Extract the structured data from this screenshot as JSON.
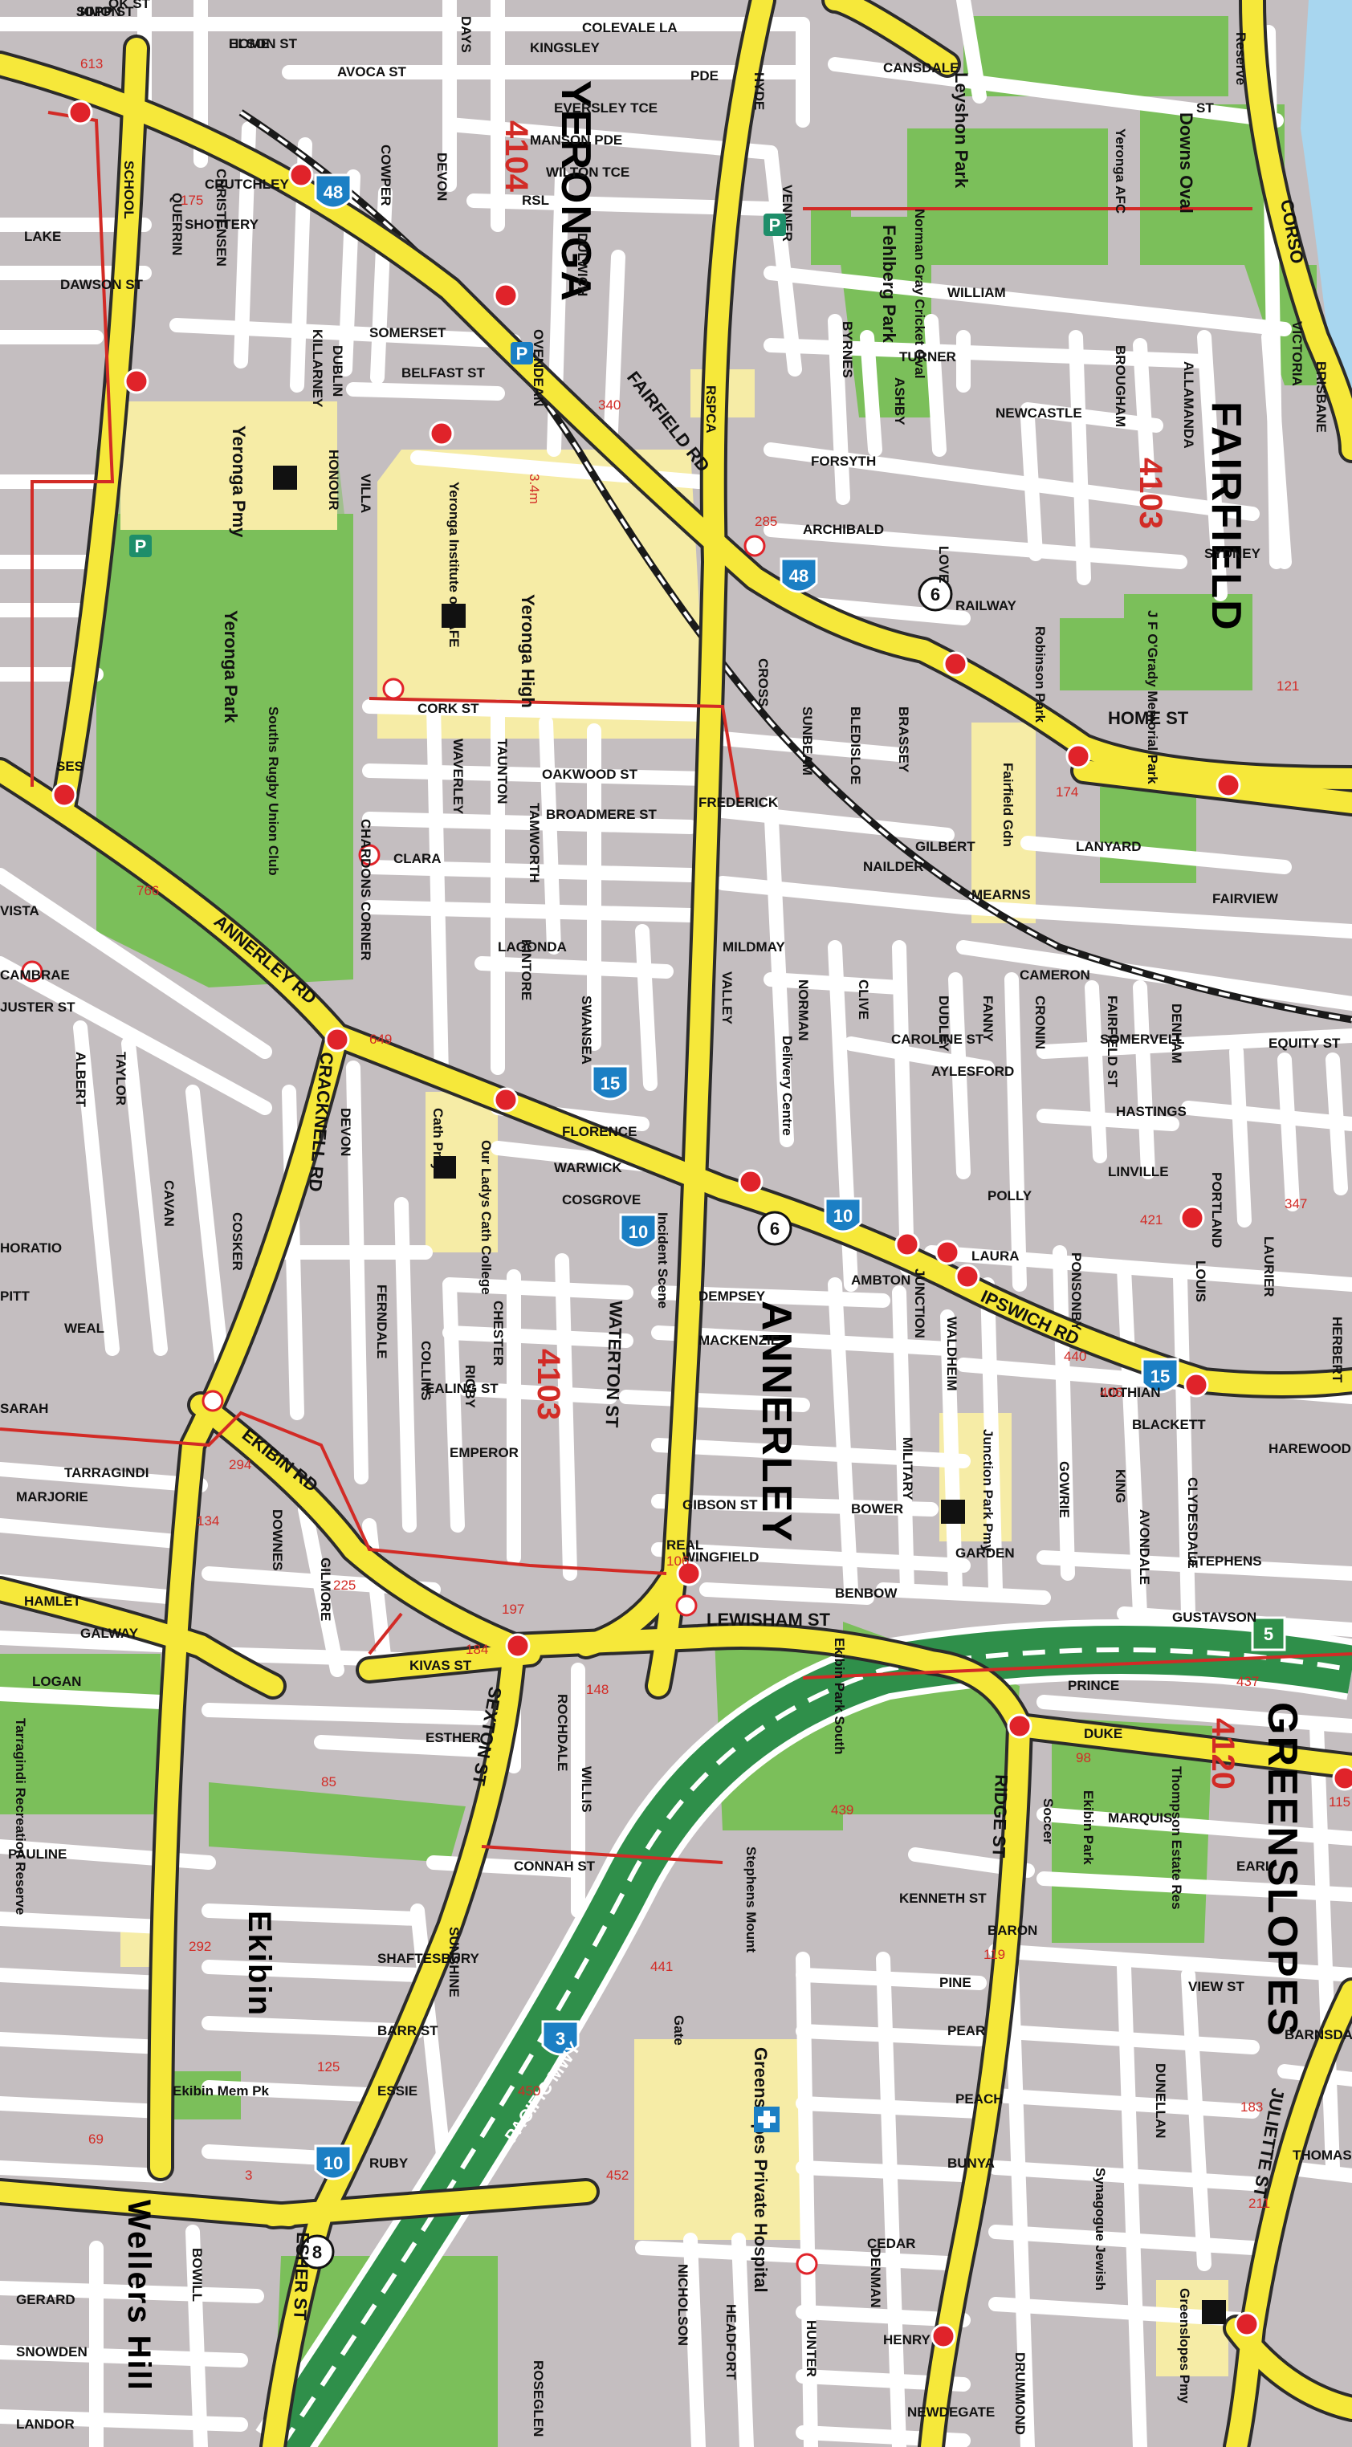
{
  "map": {
    "colors": {
      "road_bg": "#c4bec0",
      "minor_road": "#ffffff",
      "major_road": "#f6e83a",
      "major_road_edge": "#2b2b2b",
      "park": "#7bbf5a",
      "school": "#f6eca6",
      "water": "#a8d6ef",
      "motorway": "#2f8f4a",
      "boundary": "#d22b26",
      "rail": "#1a1a1a",
      "traffic_light": "#e0232a"
    },
    "suburbs": [
      {
        "name": "YERONGA"
      },
      {
        "name": "FAIRFIELD"
      },
      {
        "name": "ANNERLEY"
      },
      {
        "name": "GREENSLOPES"
      },
      {
        "name": "Ekibin"
      },
      {
        "name": "Wellers Hill"
      }
    ],
    "postcodes": [
      "4104",
      "4103",
      "4103",
      "4120"
    ],
    "parks": [
      {
        "name": "Leyshon Park"
      },
      {
        "name": "Downs Oval"
      },
      {
        "name": "Yeronga AFC"
      },
      {
        "name": "Fehlberg Park"
      },
      {
        "name": "Norman Gray Cricket Oval"
      },
      {
        "name": "Yeronga Park"
      },
      {
        "name": "Yeronga Pmy"
      },
      {
        "name": "Yeronga Institute of TAFE"
      },
      {
        "name": "Yeronga High"
      },
      {
        "name": "Souths Rugby Union Club"
      },
      {
        "name": "J F O'Grady Memorial Park"
      },
      {
        "name": "Robinson Park"
      },
      {
        "name": "Fairfield Gdn"
      },
      {
        "name": "Ekibin Park South"
      },
      {
        "name": "Stephens Mount"
      },
      {
        "name": "Ekibin Park"
      },
      {
        "name": "Tarragindi Recreation Reserve"
      },
      {
        "name": "Ekibin Mem Pk"
      },
      {
        "name": "Greenslopes Private Hospital"
      },
      {
        "name": "Junction Park Pmy"
      },
      {
        "name": "Greenslopes Pmy"
      },
      {
        "name": "Cath Pmy"
      },
      {
        "name": "Our Ladys Cath College"
      },
      {
        "name": "RSPCA"
      },
      {
        "name": "Thompson Estate Res"
      }
    ],
    "main_roads": [
      {
        "name": "FAIRFIELD RD"
      },
      {
        "name": "IPSWICH RD"
      },
      {
        "name": "HOME ST"
      },
      {
        "name": "ANNERLEY RD"
      },
      {
        "name": "CRACKNELL RD"
      },
      {
        "name": "EKIBIN RD"
      },
      {
        "name": "SEXTON ST"
      },
      {
        "name": "WATERTON ST"
      },
      {
        "name": "LEWISHAM ST"
      },
      {
        "name": "RIDGE ST"
      },
      {
        "name": "JULIETTE ST"
      },
      {
        "name": "PACIFIC MWY"
      },
      {
        "name": "ESHER ST"
      },
      {
        "name": "CORSO"
      }
    ],
    "street_labels": [
      {
        "t": "SIMON"
      },
      {
        "t": "ELSON ST"
      },
      {
        "t": "OK ST"
      },
      {
        "t": "AVOCA ST"
      },
      {
        "t": "KINGSLEY"
      },
      {
        "t": "COLEVALE LA"
      },
      {
        "t": "PDE"
      },
      {
        "t": "CANSDALE"
      },
      {
        "t": "ST"
      },
      {
        "t": "EVERSLEY TCE"
      },
      {
        "t": "MANSON PDE"
      },
      {
        "t": "WILTON TCE"
      },
      {
        "t": "WILLIAM"
      },
      {
        "t": "TURNER"
      },
      {
        "t": "NEWCASTLE"
      },
      {
        "t": "FORSYTH"
      },
      {
        "t": "ARCHIBALD"
      },
      {
        "t": "RAILWAY"
      },
      {
        "t": "SYDNEY"
      },
      {
        "t": "CRUTCHLEY"
      },
      {
        "t": "SHOTTERY"
      },
      {
        "t": "LAKE"
      },
      {
        "t": "DAWSON ST"
      },
      {
        "t": "SOMERSET"
      },
      {
        "t": "BELFAST ST"
      },
      {
        "t": "CORK ST"
      },
      {
        "t": "OAKWOOD ST"
      },
      {
        "t": "BROADMERE ST"
      },
      {
        "t": "CLARA"
      },
      {
        "t": "FREDERICK"
      },
      {
        "t": "NAILDER"
      },
      {
        "t": "GILBERT"
      },
      {
        "t": "LANYARD"
      },
      {
        "t": "FAIRVIEW"
      },
      {
        "t": "MEARNS"
      },
      {
        "t": "CAMERON"
      },
      {
        "t": "MILDMAY"
      },
      {
        "t": "LAGONDA"
      },
      {
        "t": "SOMERVELL"
      },
      {
        "t": "EQUITY ST"
      },
      {
        "t": "CAROLINE ST"
      },
      {
        "t": "AYLESFORD"
      },
      {
        "t": "HASTINGS"
      },
      {
        "t": "POLLY"
      },
      {
        "t": "FLORENCE"
      },
      {
        "t": "WARWICK"
      },
      {
        "t": "COSGROVE"
      },
      {
        "t": "DEMPSEY"
      },
      {
        "t": "MACKENZIE"
      },
      {
        "t": "AMBTON"
      },
      {
        "t": "LOTHIAN"
      },
      {
        "t": "BLACKETT"
      },
      {
        "t": "HAREWOOD"
      },
      {
        "t": "EALING ST"
      },
      {
        "t": "EMPEROR"
      },
      {
        "t": "GIBSON ST"
      },
      {
        "t": "WINGFIELD"
      },
      {
        "t": "BOWER"
      },
      {
        "t": "REAL"
      },
      {
        "t": "STEPHENS"
      },
      {
        "t": "GUSTAVSON"
      },
      {
        "t": "PRINCE"
      },
      {
        "t": "DUKE"
      },
      {
        "t": "MARQUIS"
      },
      {
        "t": "EARL"
      },
      {
        "t": "BARON"
      },
      {
        "t": "PINE"
      },
      {
        "t": "PEAR"
      },
      {
        "t": "PEACH"
      },
      {
        "t": "BUNYA"
      },
      {
        "t": "CEDAR"
      },
      {
        "t": "HENRY"
      },
      {
        "t": "NEWDEGATE"
      },
      {
        "t": "THOMAS"
      },
      {
        "t": "GALWAY"
      },
      {
        "t": "LOGAN"
      },
      {
        "t": "KIVAS ST"
      },
      {
        "t": "ESTHER"
      },
      {
        "t": "PAULINE"
      },
      {
        "t": "CONNAH ST"
      },
      {
        "t": "SHAFTESBURY"
      },
      {
        "t": "BARR ST"
      },
      {
        "t": "ESSIE"
      },
      {
        "t": "RUBY"
      },
      {
        "t": "GERARD"
      },
      {
        "t": "SNOWDEN"
      },
      {
        "t": "LANDOR"
      },
      {
        "t": "WEAL"
      },
      {
        "t": "VISTA"
      },
      {
        "t": "CAMBRAE"
      },
      {
        "t": "JUSTER ST"
      },
      {
        "t": "HORATIO"
      },
      {
        "t": "PITT"
      },
      {
        "t": "SARAH"
      },
      {
        "t": "MARJORIE"
      },
      {
        "t": "HAMLET"
      },
      {
        "t": "TARRAGINDI"
      },
      {
        "t": "KENNETH ST"
      },
      {
        "t": "LAURA"
      },
      {
        "t": "BENBOW"
      },
      {
        "t": "GARDEN"
      },
      {
        "t": "BARNSDALE PL"
      },
      {
        "t": "VIEW ST"
      },
      {
        "t": "LINVILLE"
      },
      {
        "t": "JOPP ST"
      },
      {
        "t": "HOME"
      }
    ],
    "vertical_labels": [
      {
        "t": "SCHOOL"
      },
      {
        "t": "QUERRIN"
      },
      {
        "t": "CHRISTENSEN"
      },
      {
        "t": "KILLARNEY"
      },
      {
        "t": "DUBLIN"
      },
      {
        "t": "VILLA"
      },
      {
        "t": "HONOUR"
      },
      {
        "t": "COWPER"
      },
      {
        "t": "DEVON"
      },
      {
        "t": "DAYS"
      },
      {
        "t": "DULWICH"
      },
      {
        "t": "OVENDEAN"
      },
      {
        "t": "HYDE"
      },
      {
        "t": "VENNER"
      },
      {
        "t": "BYRNES"
      },
      {
        "t": "ASHBY"
      },
      {
        "t": "BROUGHAM"
      },
      {
        "t": "ALLAMANDA"
      },
      {
        "t": "VICTORIA"
      },
      {
        "t": "BRISBANE"
      },
      {
        "t": "WAVERLEY"
      },
      {
        "t": "TAUNTON"
      },
      {
        "t": "TAMWORTH"
      },
      {
        "t": "CHARDONS CORNER"
      },
      {
        "t": "KINTORE"
      },
      {
        "t": "SWANSEA"
      },
      {
        "t": "VALLEY"
      },
      {
        "t": "NORMAN"
      },
      {
        "t": "CLIVE"
      },
      {
        "t": "DUDLEY"
      },
      {
        "t": "FANNY"
      },
      {
        "t": "CRONIN"
      },
      {
        "t": "FAIRFIELD ST"
      },
      {
        "t": "DENHAM"
      },
      {
        "t": "PORTLAND"
      },
      {
        "t": "LOUIS"
      },
      {
        "t": "LAURIER"
      },
      {
        "t": "HERBERT"
      },
      {
        "t": "PONSONBY"
      },
      {
        "t": "GOWRIE"
      },
      {
        "t": "KING"
      },
      {
        "t": "AVONDALE"
      },
      {
        "t": "CLYDESDALE"
      },
      {
        "t": "DEVON"
      },
      {
        "t": "FERNDALE"
      },
      {
        "t": "COLLINS"
      },
      {
        "t": "CHESTER"
      },
      {
        "t": "RIGBY"
      },
      {
        "t": "COSKER"
      },
      {
        "t": "CAVAN"
      },
      {
        "t": "TAYLOR"
      },
      {
        "t": "ALBERT"
      },
      {
        "t": "DOWNES"
      },
      {
        "t": "GILMORE"
      },
      {
        "t": "ROCHDALE"
      },
      {
        "t": "WILLIS"
      },
      {
        "t": "MILITARY"
      },
      {
        "t": "JUNCTION"
      },
      {
        "t": "WALDHEIM"
      },
      {
        "t": "SUNSHINE"
      },
      {
        "t": "NICHOLSON"
      },
      {
        "t": "HEADFORT"
      },
      {
        "t": "HUNTER"
      },
      {
        "t": "DENMAN"
      },
      {
        "t": "DUNELLAN"
      },
      {
        "t": "DRUMMOND"
      },
      {
        "t": "ROSEGLEN"
      },
      {
        "t": "BOWILL"
      },
      {
        "t": "SUNBEAM"
      },
      {
        "t": "BLEDISLOE"
      },
      {
        "t": "BRASSEY"
      },
      {
        "t": "LOVE"
      },
      {
        "t": "CROSS"
      }
    ],
    "route_shields": [
      "48",
      "48",
      "15",
      "10",
      "10",
      "15",
      "3",
      "10",
      "8",
      "6",
      "6"
    ],
    "road_numbers": [
      "613",
      "175",
      "340",
      "285",
      "121",
      "174",
      "766",
      "649",
      "421",
      "406",
      "347",
      "294",
      "134",
      "225",
      "184",
      "197",
      "148",
      "106",
      "439",
      "440",
      "441",
      "437",
      "452",
      "450",
      "98",
      "115",
      "119",
      "125",
      "183",
      "211",
      "69",
      "3",
      "292",
      "85"
    ],
    "misc_labels": {
      "incident_scene": "Incident Scene",
      "delivery_centre": "Delivery Centre",
      "gate": "Gate",
      "rsl": "RSL",
      "ses": "SES",
      "soccer": "Soccer",
      "reserve": "Reserve",
      "exit": "5",
      "rail_distance": "3.4m",
      "synagogue": "Synagogue Jewish"
    }
  }
}
